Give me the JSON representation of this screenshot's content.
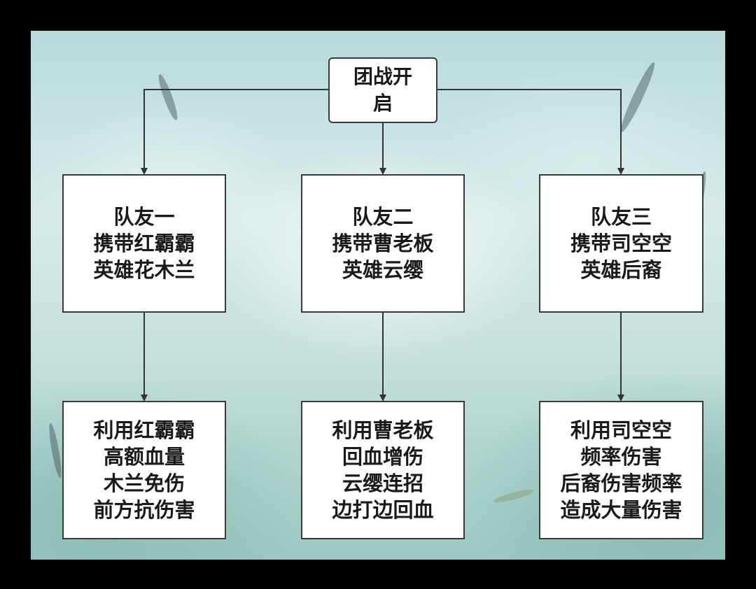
{
  "root": {
    "lines": [
      "团战开",
      "启"
    ]
  },
  "teammates": [
    {
      "info": [
        "队友一",
        "携带红霸霸",
        "英雄花木兰"
      ],
      "strategy": [
        "利用红霸霸",
        "高额血量",
        "木兰免伤",
        "前方抗伤害"
      ]
    },
    {
      "info": [
        "队友二",
        "携带曹老板",
        "英雄云缨"
      ],
      "strategy": [
        "利用曹老板",
        "回血增伤",
        "云缨连招",
        "边打边回血"
      ]
    },
    {
      "info": [
        "队友三",
        "携带司空空",
        "英雄后裔"
      ],
      "strategy": [
        "利用司空空",
        "频率伤害",
        "后裔伤害频率",
        "造成大量伤害"
      ]
    }
  ]
}
